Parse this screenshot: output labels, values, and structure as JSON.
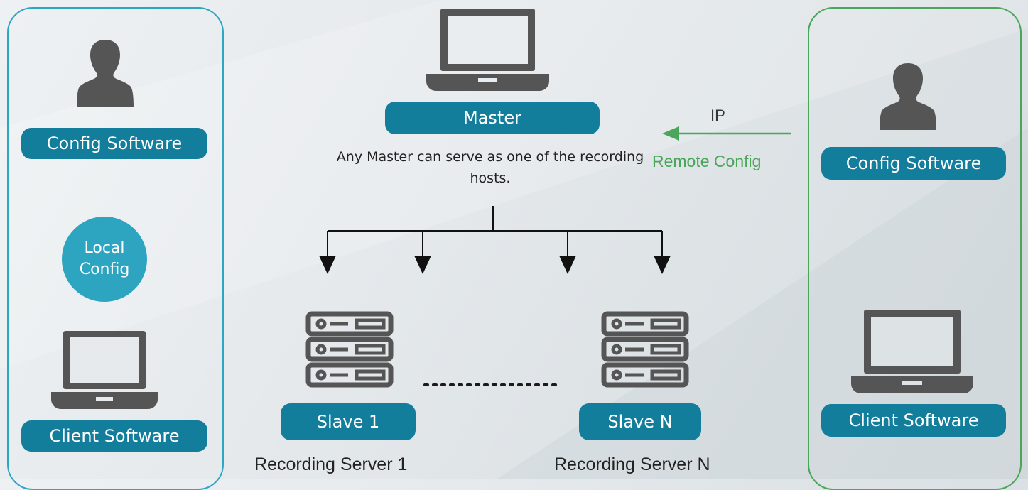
{
  "left_panel": {
    "config_label": "Config Software",
    "local_config": [
      "Local",
      "Config"
    ],
    "client_label": "Client Software"
  },
  "center": {
    "master_label": "Master",
    "master_note": "Any Master can serve as one of the recording hosts.",
    "slave1_label": "Slave 1",
    "slaveN_label": "Slave N",
    "slave1_caption": "Recording Server 1",
    "slaveN_caption": "Recording Server N"
  },
  "remote": {
    "ip_label": "IP",
    "remote_label": "Remote Config"
  },
  "right_panel": {
    "config_label": "Config Software",
    "client_label": "Client Software"
  },
  "colors": {
    "pill": "#137d9c",
    "circle": "#2da4c0",
    "left_border": "#2ea6c2",
    "right_border": "#4aa65a",
    "remote_text": "#4aa65a",
    "icon": "#555555"
  },
  "icons": [
    "user-icon",
    "laptop-icon",
    "server-icon",
    "arrow-left-icon",
    "arrow-down-icon"
  ]
}
